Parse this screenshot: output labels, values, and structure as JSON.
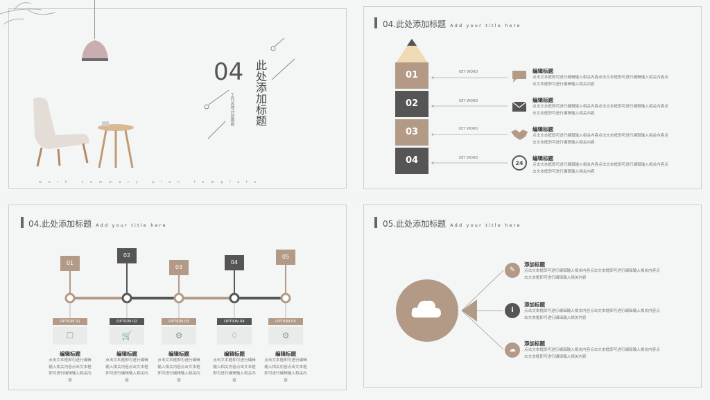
{
  "cover": {
    "number": "04",
    "title": "此处添加标题",
    "subtitle": "工作总结计划模板",
    "bottom": "w o r k   s u m m a r y   p l a n   t e m p l a t e"
  },
  "slide2": {
    "title": "04.此处添加标题",
    "subtitle": "Add your title here",
    "items": [
      {
        "num": "01",
        "keyword": "KEY WORD",
        "heading": "编辑标题",
        "text": "点击文本框即可进行编辑输入相关内容点击文本框即可进行编辑输入相关内容点击文本框即可进行编辑输入相关内容"
      },
      {
        "num": "02",
        "keyword": "KEY WORD",
        "heading": "编辑标题",
        "text": "点击文本框即可进行编辑输入相关内容点击文本框即可进行编辑输入相关内容点击文本框即可进行编辑输入相关内容"
      },
      {
        "num": "03",
        "keyword": "KEY WORD",
        "heading": "编辑标题",
        "text": "点击文本框即可进行编辑输入相关内容点击文本框即可进行编辑输入相关内容点击文本框即可进行编辑输入相关内容"
      },
      {
        "num": "04",
        "keyword": "KEY WORD",
        "heading": "编辑标题",
        "text": "点击文本框即可进行编辑输入相关内容点击文本框即可进行编辑输入相关内容点击文本框即可进行编辑输入相关内容"
      }
    ],
    "icons": [
      "chat-icon",
      "mail-icon",
      "handshake-icon",
      "phone-24-icon"
    ]
  },
  "slide3": {
    "title": "04.此处添加标题",
    "subtitle": "Add your title here",
    "options": [
      {
        "num": "01",
        "label": "OPTION 01",
        "heading": "编辑标题",
        "text": "点击文本框即可进行编辑输入相关内容点击文本框即可进行编辑输入相关内容"
      },
      {
        "num": "02",
        "label": "OPTION 02",
        "heading": "编辑标题",
        "text": "点击文本框即可进行编辑输入相关内容点击文本框即可进行编辑输入相关内容"
      },
      {
        "num": "03",
        "label": "OPTION 03",
        "heading": "编辑标题",
        "text": "点击文本框即可进行编辑输入相关内容点击文本框即可进行编辑输入相关内容"
      },
      {
        "num": "04",
        "label": "OPTION 04",
        "heading": "编辑标题",
        "text": "点击文本框即可进行编辑输入相关内容点击文本框即可进行编辑输入相关内容"
      },
      {
        "num": "05",
        "label": "OPTION 05",
        "heading": "编辑标题",
        "text": "点击文本框即可进行编辑输入相关内容点击文本框即可进行编辑输入相关内容"
      }
    ],
    "icons": [
      "chat-icon",
      "cart-icon",
      "user-gear-icon",
      "tag-icon",
      "gear-icon"
    ]
  },
  "slide4": {
    "title": "05.此处添加标题",
    "subtitle": "Add your title here",
    "items": [
      {
        "heading": "添加标题",
        "text": "点击文本框即可进行编辑输入相关内容点击文本框即可进行编辑输入相关内容点击文本框即可进行编辑输入相关内容"
      },
      {
        "heading": "添加标题",
        "text": "点击文本框即可进行编辑输入相关内容点击文本框即可进行编辑输入相关内容点击文本框即可进行编辑输入相关内容"
      },
      {
        "heading": "添加标题",
        "text": "点击文本框即可进行编辑输入相关内容点击文本框即可进行编辑输入相关内容点击文本框即可进行编辑输入相关内容"
      }
    ],
    "icons": [
      "pencil-icon",
      "info-icon",
      "chat-bubble-icon",
      "cloud-icon"
    ]
  },
  "colors": {
    "tan": "#b39a86",
    "dark": "#555555",
    "bg": "#f4f6f5"
  }
}
